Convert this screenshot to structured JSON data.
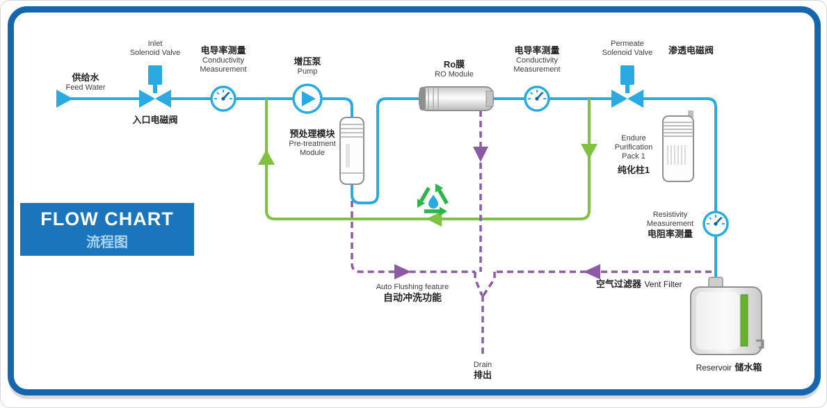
{
  "title": {
    "line1": "FLOW CHART",
    "line2": "流程图"
  },
  "colors": {
    "blue": "#29abe2",
    "green": "#7fc241",
    "purple": "#8d5ba4",
    "frame": "#1467ad",
    "titlebox": "#1b75bc",
    "title_zh": "#a9d3f2",
    "text": "#222222",
    "recycle": "#2fb44b",
    "drop": "#29abe2",
    "tank_green": "#66b22e"
  },
  "icons": {
    "feed_arrow": "right-arrow",
    "recycle": "recycle-arrows",
    "water_drop": "drop"
  },
  "labels": {
    "feed_water": {
      "zh": "供给水",
      "en": "Feed Water"
    },
    "inlet_valve": {
      "en1": "Inlet",
      "en2": "Solenoid Valve",
      "zh": "入口电磁阀"
    },
    "conductivity1": {
      "zh": "电导率测量",
      "en1": "Conductivity",
      "en2": "Measurement"
    },
    "pump": {
      "zh": "增压泵",
      "en": "Pump"
    },
    "pretreatment": {
      "zh": "预处理模块",
      "en1": "Pre-treatment",
      "en2": "Module"
    },
    "ro_module": {
      "zh": "Ro膜",
      "en": "RO Module"
    },
    "conductivity2": {
      "zh": "电导率测量",
      "en1": "Conductivity",
      "en2": "Measurement"
    },
    "permeate_valve": {
      "en1": "Permeate",
      "en2": "Solenoid Valve",
      "zh": "渗透电磁阀"
    },
    "purification_pack": {
      "en1": "Endure",
      "en2": "Purification",
      "en3": "Pack 1",
      "zh": "纯化柱1"
    },
    "resistivity": {
      "en1": "Resistivity",
      "en2": "Measurement",
      "zh": "电阻率测量"
    },
    "vent_filter": {
      "zh": "空气过滤器",
      "en": "Vent Filter"
    },
    "auto_flush": {
      "en": "Auto Flushing feature",
      "zh": "自动冲洗功能"
    },
    "drain": {
      "en": "Drain",
      "zh": "排出"
    },
    "reservoir": {
      "en": "Reservoir",
      "zh": "储水箱"
    }
  }
}
